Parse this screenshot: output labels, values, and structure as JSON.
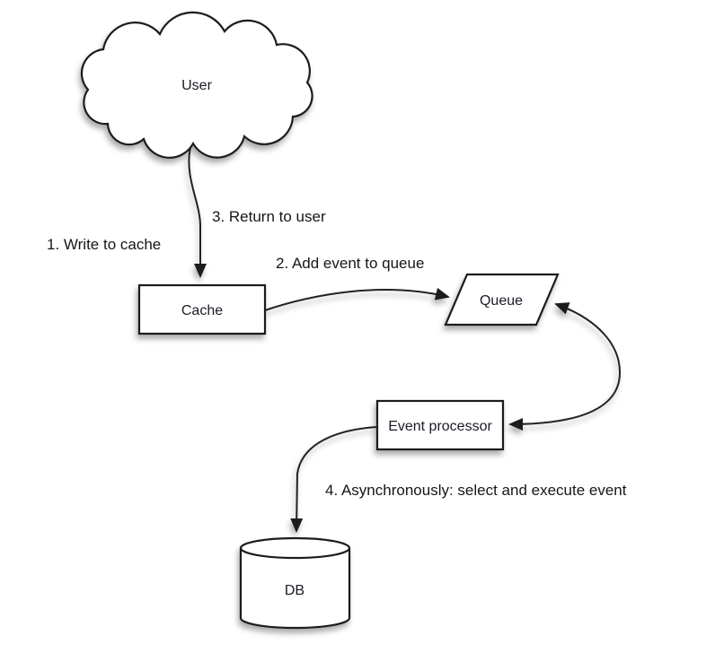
{
  "diagram": {
    "type": "flow-diagram",
    "background_color": "#ffffff",
    "stroke_color": "#1c1c1c",
    "shape_fill_color": "#ffffff",
    "text_color": "#1b1b26",
    "nodes": {
      "user": {
        "label": "User",
        "shape": "cloud"
      },
      "cache": {
        "label": "Cache",
        "shape": "rectangle"
      },
      "queue": {
        "label": "Queue",
        "shape": "parallelogram"
      },
      "event_processor": {
        "label": "Event processor",
        "shape": "rectangle"
      },
      "db": {
        "label": "DB",
        "shape": "cylinder"
      }
    },
    "edges": {
      "user_to_cache": {
        "from": "user",
        "to": "cache",
        "bidirectional": false
      },
      "cache_to_queue": {
        "from": "cache",
        "to": "queue",
        "bidirectional": false
      },
      "queue_event_processor": {
        "from": "queue",
        "to": "event_processor",
        "bidirectional": true
      },
      "event_processor_to_db": {
        "from": "event_processor",
        "to": "db",
        "bidirectional": false
      }
    },
    "annotations": {
      "step1": "1. Write to cache",
      "step2": "2. Add event to queue",
      "step3": "3. Return to user",
      "step4": "4. Asynchronously: select and execute event"
    }
  }
}
